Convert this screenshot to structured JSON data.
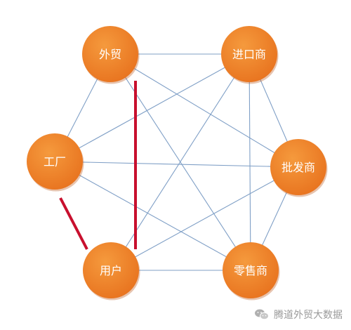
{
  "diagram": {
    "nodes": [
      {
        "id": "waimao",
        "label": "外贸"
      },
      {
        "id": "jinkoushang",
        "label": "进口商"
      },
      {
        "id": "gongchang",
        "label": "工厂"
      },
      {
        "id": "pifashang",
        "label": "批发商"
      },
      {
        "id": "yonghu",
        "label": "用户"
      },
      {
        "id": "lingshoushang",
        "label": "零售商"
      }
    ],
    "edges": [
      {
        "from": "waimao",
        "to": "jinkoushang",
        "highlight": false
      },
      {
        "from": "waimao",
        "to": "gongchang",
        "highlight": false
      },
      {
        "from": "waimao",
        "to": "yonghu",
        "highlight": true
      },
      {
        "from": "waimao",
        "to": "pifashang",
        "highlight": false
      },
      {
        "from": "waimao",
        "to": "lingshoushang",
        "highlight": false
      },
      {
        "from": "jinkoushang",
        "to": "pifashang",
        "highlight": false
      },
      {
        "from": "jinkoushang",
        "to": "gongchang",
        "highlight": false
      },
      {
        "from": "jinkoushang",
        "to": "yonghu",
        "highlight": false
      },
      {
        "from": "jinkoushang",
        "to": "lingshoushang",
        "highlight": false
      },
      {
        "from": "gongchang",
        "to": "yonghu",
        "highlight": true
      },
      {
        "from": "gongchang",
        "to": "pifashang",
        "highlight": false
      },
      {
        "from": "gongchang",
        "to": "lingshoushang",
        "highlight": false
      },
      {
        "from": "pifashang",
        "to": "yonghu",
        "highlight": false
      },
      {
        "from": "pifashang",
        "to": "lingshoushang",
        "highlight": false
      },
      {
        "from": "yonghu",
        "to": "lingshoushang",
        "highlight": false
      }
    ],
    "colors": {
      "node_fill": "#e8731f",
      "node_fill_light": "#f59a3d",
      "node_shadow": "#b9561a",
      "edge": "#7f9fc6",
      "highlight_edge": "#c8102e",
      "label": "#ffffff"
    }
  },
  "watermark": {
    "icon": "wechat-icon",
    "text": "腾道外贸大数据"
  }
}
